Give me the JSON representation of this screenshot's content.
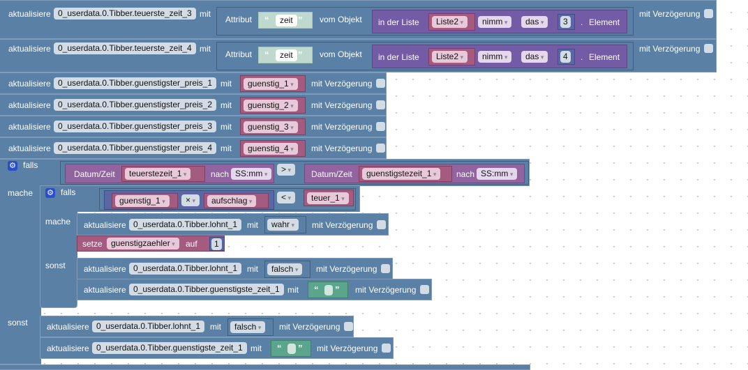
{
  "common": {
    "aktualisiere": "aktualisiere",
    "mit": "mit",
    "delay": "mit Verzögerung",
    "attribut": "Attribut",
    "vom_objekt": "vom Objekt",
    "in_der_liste": "in der Liste",
    "nimm": "nimm",
    "das": "das",
    "element": "Element",
    "dot": ".",
    "falls": "falls",
    "mache": "mache",
    "sonst": "sonst",
    "datum_zeit": "Datum/Zeit",
    "nach": "nach",
    "setze": "setze",
    "auf": "auf",
    "open_q": "“",
    "close_q": "”"
  },
  "attr_rows": [
    {
      "object": "0_userdata.0.Tibber.teuerste_zeit_3",
      "attr": "zeit",
      "list": "Liste2",
      "index": "3"
    },
    {
      "object": "0_userdata.0.Tibber.teuerste_zeit_4",
      "attr": "zeit",
      "list": "Liste2",
      "index": "4"
    }
  ],
  "var_rows": [
    {
      "object": "0_userdata.0.Tibber.guenstigster_preis_1",
      "var": "guenstig_1"
    },
    {
      "object": "0_userdata.0.Tibber.guenstigster_preis_2",
      "var": "guenstig_2"
    },
    {
      "object": "0_userdata.0.Tibber.guenstigster_preis_3",
      "var": "guenstig_3"
    },
    {
      "object": "0_userdata.0.Tibber.guenstigster_preis_4",
      "var": "guenstig_4"
    }
  ],
  "outer_if": {
    "left_var": "teuerstezeit_1",
    "left_fmt": "SS:mm",
    "op": ">",
    "right_var": "guenstigstezeit_1",
    "right_fmt": "SS:mm"
  },
  "inner_if": {
    "a": "guenstig_1",
    "math_op": "×",
    "b": "aufschlag",
    "op": "<",
    "c": "teuer_1"
  },
  "then_block": {
    "object": "0_userdata.0.Tibber.lohnt_1",
    "value": "wahr",
    "set_var": "guenstigzaehler",
    "set_value": "1"
  },
  "inner_else": [
    {
      "object": "0_userdata.0.Tibber.lohnt_1",
      "value": "falsch"
    },
    {
      "object": "0_userdata.0.Tibber.guenstigste_zeit_1"
    }
  ],
  "outer_else": [
    {
      "object": "0_userdata.0.Tibber.lohnt_1",
      "value": "falsch"
    },
    {
      "object": "0_userdata.0.Tibber.guenstigste_zeit_1"
    }
  ]
}
